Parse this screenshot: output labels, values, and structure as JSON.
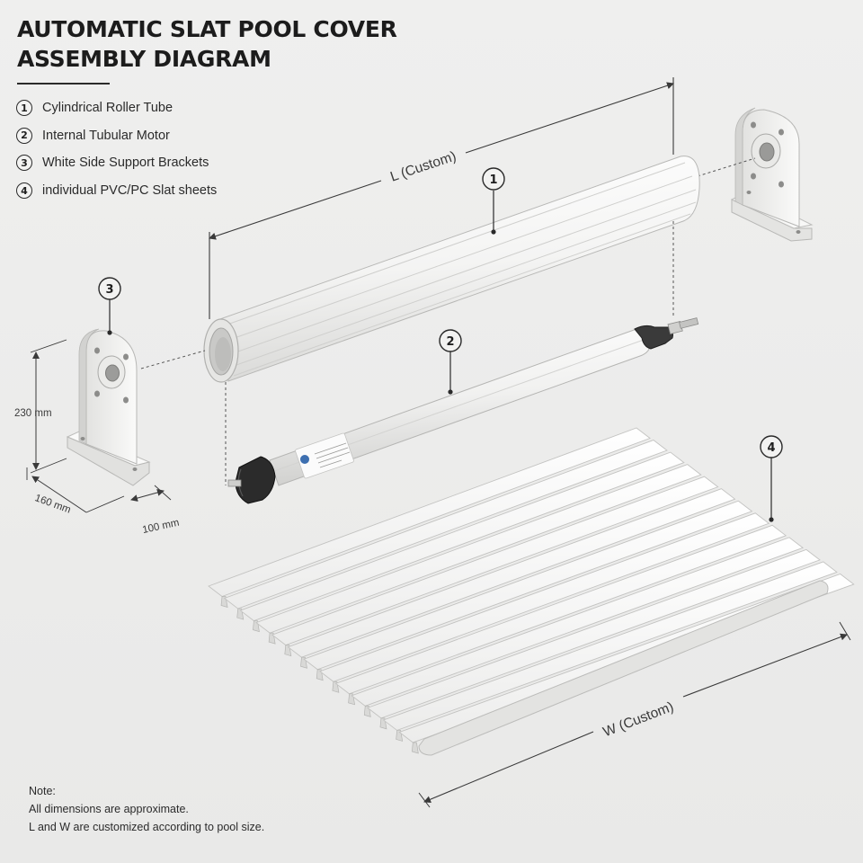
{
  "title": {
    "line1": "AUTOMATIC SLAT POOL COVER",
    "line2": "ASSEMBLY DIAGRAM"
  },
  "legend": [
    {
      "num": "1",
      "label": "Cylindrical Roller Tube"
    },
    {
      "num": "2",
      "label": "Internal Tubular Motor"
    },
    {
      "num": "3",
      "label": "White Side Support Brackets"
    },
    {
      "num": "4",
      "label": "individual PVC/PC Slat sheets"
    }
  ],
  "callouts": {
    "roller_tube": "1",
    "motor": "2",
    "bracket": "3",
    "slats": "4"
  },
  "dimensions": {
    "length": "L (Custom)",
    "width": "W (Custom)",
    "bracket_height": "230 mm",
    "bracket_depth": "160 mm",
    "bracket_width": "100 mm"
  },
  "note": {
    "heading": "Note:",
    "line1": "All dimensions are approximate.",
    "line2": "L and W are customized according to pool size."
  },
  "colors": {
    "background": "#ececeb",
    "part_white": "#f7f7f6",
    "outline": "#b9b9b7",
    "motor_head": "#2b2b2b"
  }
}
